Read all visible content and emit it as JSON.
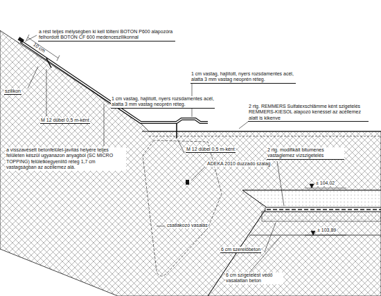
{
  "diagram": {
    "labels": [
      "a rést teljes mélységben ki kell tölteni BOTON P600 alapozóra felhordott BOTON CF 600 medenceszilikonnal",
      "10 cm",
      "szilikon",
      "1 cm vastag, hajlított, nyers rozsdamentes acél, alatta 3 mm vastag neoprén réteg.",
      "1 cm vastag, hajlított, nyers rozsdamentes acél, alatta 3 mm vastag neoprén réteg.",
      "M 12 dübel 0,5 m-ként",
      "2 rtg. REMMERS Sulfatexschlämme ként szigetelés REMMERS-KIESOL alapozó kenéssel az acéllemez alatt is kikenve",
      "a visszavésett betonfelület-javítás helyére teljes felületen készül ugyanazon anyagból (SC MICRO TOPPING) felületkiegyenlítő réteg 1,7 cm vastagságban az acéllemez alá.",
      "M 12 dübel 0,5 m-ként",
      "ADEKA 2010 duzzadó szalag",
      "2 rtg. modifikált bitumenes vastaglemez vízszigetelés",
      "± 104,02",
      "± 103,89",
      "csatlakozó vasalás",
      "6 cm szerelőbeton",
      "6 cm szigetelést védő vasalatlan beton"
    ]
  }
}
